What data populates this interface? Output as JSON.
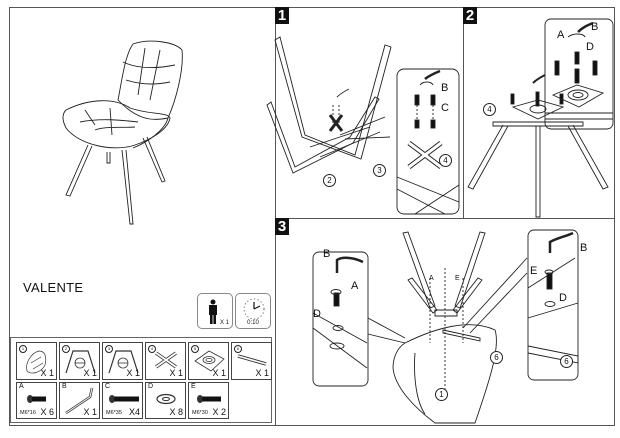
{
  "product": {
    "name": "VALENTE",
    "persons_required": "X 1",
    "assembly_time": "0:10"
  },
  "parts_list": {
    "components": [
      {
        "number": "1",
        "name": "seat",
        "qty": "X 1"
      },
      {
        "number": "2",
        "name": "leg-frame",
        "qty": "X 1"
      },
      {
        "number": "3",
        "name": "leg-frame",
        "qty": "X 1"
      },
      {
        "number": "4",
        "name": "cross-bracket",
        "qty": "X 1"
      },
      {
        "number": "5",
        "name": "swivel-plate",
        "qty": "X 1"
      },
      {
        "number": "6",
        "name": "support-bar",
        "qty": "X 1"
      }
    ],
    "hardware": [
      {
        "code": "A",
        "name": "bolt",
        "spec": "M6*16",
        "qty": "X 6"
      },
      {
        "code": "B",
        "name": "allen-key",
        "spec": "",
        "qty": "X 1"
      },
      {
        "code": "C",
        "name": "bolt",
        "spec": "M6*35",
        "qty": "X4"
      },
      {
        "code": "D",
        "name": "washer",
        "spec": "",
        "qty": "X 8"
      },
      {
        "code": "E",
        "name": "bolt",
        "spec": "M6*30",
        "qty": "X 2"
      }
    ]
  },
  "steps": [
    {
      "number": "1",
      "callouts": {
        "allen_key": "B",
        "bolt": "C",
        "part_a": "2",
        "part_b": "3",
        "part_c": "4"
      }
    },
    {
      "number": "2",
      "callouts": {
        "allen_key": "B",
        "bolt": "A",
        "washer": "D",
        "part": "4"
      }
    },
    {
      "number": "3",
      "callouts": {
        "allen_key": "B",
        "bolt_a": "A",
        "washer": "D",
        "bolt_e": "E",
        "part_seat": "1",
        "part_bar": "6",
        "small_a": "A",
        "small_e": "E"
      }
    }
  ]
}
